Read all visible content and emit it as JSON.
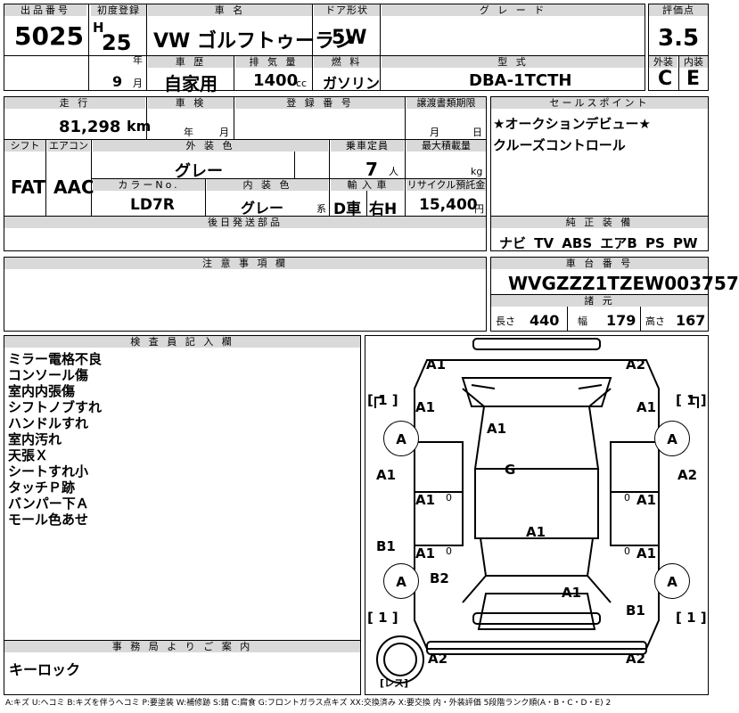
{
  "header": {
    "lot_label": "出品番号",
    "lot_no": "5025",
    "first_reg_label": "初度登録",
    "era": "H",
    "reg_year": "25",
    "year_unit": "年",
    "reg_month": "9",
    "month_unit": "月",
    "name_label": "車 名",
    "car_name": "VW ゴルフトゥーラン",
    "door_label": "ドア形状",
    "door": "5W",
    "grade_label": "グ レ ー ド",
    "grade": "",
    "score_label": "評価点",
    "score": "3.5",
    "ext_label": "外装",
    "int_label": "内装",
    "ext_grade": "C",
    "int_grade": "E",
    "history_label": "車 歴",
    "history": "自家用",
    "disp_label": "排 気 量",
    "displacement": "1400",
    "disp_unit": "cc",
    "fuel_label": "燃 料",
    "fuel": "ガソリン",
    "model_label": "型 式",
    "model": "DBA-1TCTH"
  },
  "row2": {
    "mileage_label": "走 行",
    "mileage": "81,298",
    "mileage_unit": "km",
    "inspection_label": "車 検",
    "insp_year_unit": "年",
    "insp_month_unit": "月",
    "regno_label": "登 録 番 号",
    "transfer_label": "譲渡書類期限",
    "transfer_month_unit": "月",
    "transfer_day_unit": "日",
    "shift_label": "シフト",
    "shift": "FAT",
    "ac_label": "エアコン",
    "ac": "AAC",
    "ext_color_label": "外 装 色",
    "ext_color": "グレー",
    "capacity_label": "乗車定員",
    "capacity": "7",
    "capacity_unit": "人",
    "load_label": "最大積載量",
    "load_unit": "kg",
    "colorno_label": "カラーNo.",
    "color_no": "LD7R",
    "int_color_label": "内 装 色",
    "int_color": "グレー",
    "int_color_suffix": "系",
    "import_label": "輸 入 車",
    "import_type": "D車",
    "steering": "右H",
    "recycle_label": "リサイクル預託金",
    "recycle": "15,400",
    "recycle_unit": "円",
    "sales_label": "セールスポイント",
    "sales_points": [
      "★オークションデビュー★",
      "クルーズコントロール"
    ],
    "later_parts_label": "後日発送部品",
    "equipment_label": "純 正 装 備",
    "equipment": "ナビ TV ABS エアB PS PW",
    "caution_label": "注 意 事 項 欄",
    "chassis_label": "車 台 番 号",
    "chassis": "WVGZZZ1TZEW003757",
    "spec_label": "諸 元",
    "len_label": "長さ",
    "length": "440",
    "wid_label": "幅",
    "width": "179",
    "hei_label": "高さ",
    "height": "167"
  },
  "inspector": {
    "label": "検 査 員 記 入 欄",
    "notes": [
      "ミラー電格不良",
      "コンソール傷",
      "室内内張傷",
      "シフトノブすれ",
      "ハンドルすれ",
      "室内汚れ",
      "天張Ｘ",
      "シートすれ小",
      "タッチＰ跡",
      "バンパー下Ａ",
      "モール色あせ"
    ]
  },
  "office": {
    "label": "事 務 局 よ り ご 案 内",
    "text": "キーロック"
  },
  "diagram": {
    "marks": [
      "A1",
      "A2",
      "A1",
      "A1",
      "A",
      "A",
      "A1",
      "A1",
      "G",
      "A2",
      "A1",
      "A1",
      "B1",
      "A1",
      "A1",
      "A",
      "B2",
      "A",
      "A1",
      "B1",
      "A2",
      "A2",
      "A1"
    ],
    "bracket_top_left": "[ 1 ]",
    "bracket_top_right": "[ 1 ]",
    "bracket_bot_left": "[ 1 ]",
    "bracket_bot_right": "[ 1 ]",
    "zero_marks": [
      "0",
      "0",
      "0",
      "0"
    ],
    "spare_label": "[レス]"
  },
  "legend": "A:キズ U:ヘコミ B:キズを伴うヘコミ P:要塗装 W:補修跡 S:錆 C:腐食 G:フロントガラス点キズ XX:交換済み X:要交換 内・外装評価 5段階ランク順(A・B・C・D・E) 2"
}
